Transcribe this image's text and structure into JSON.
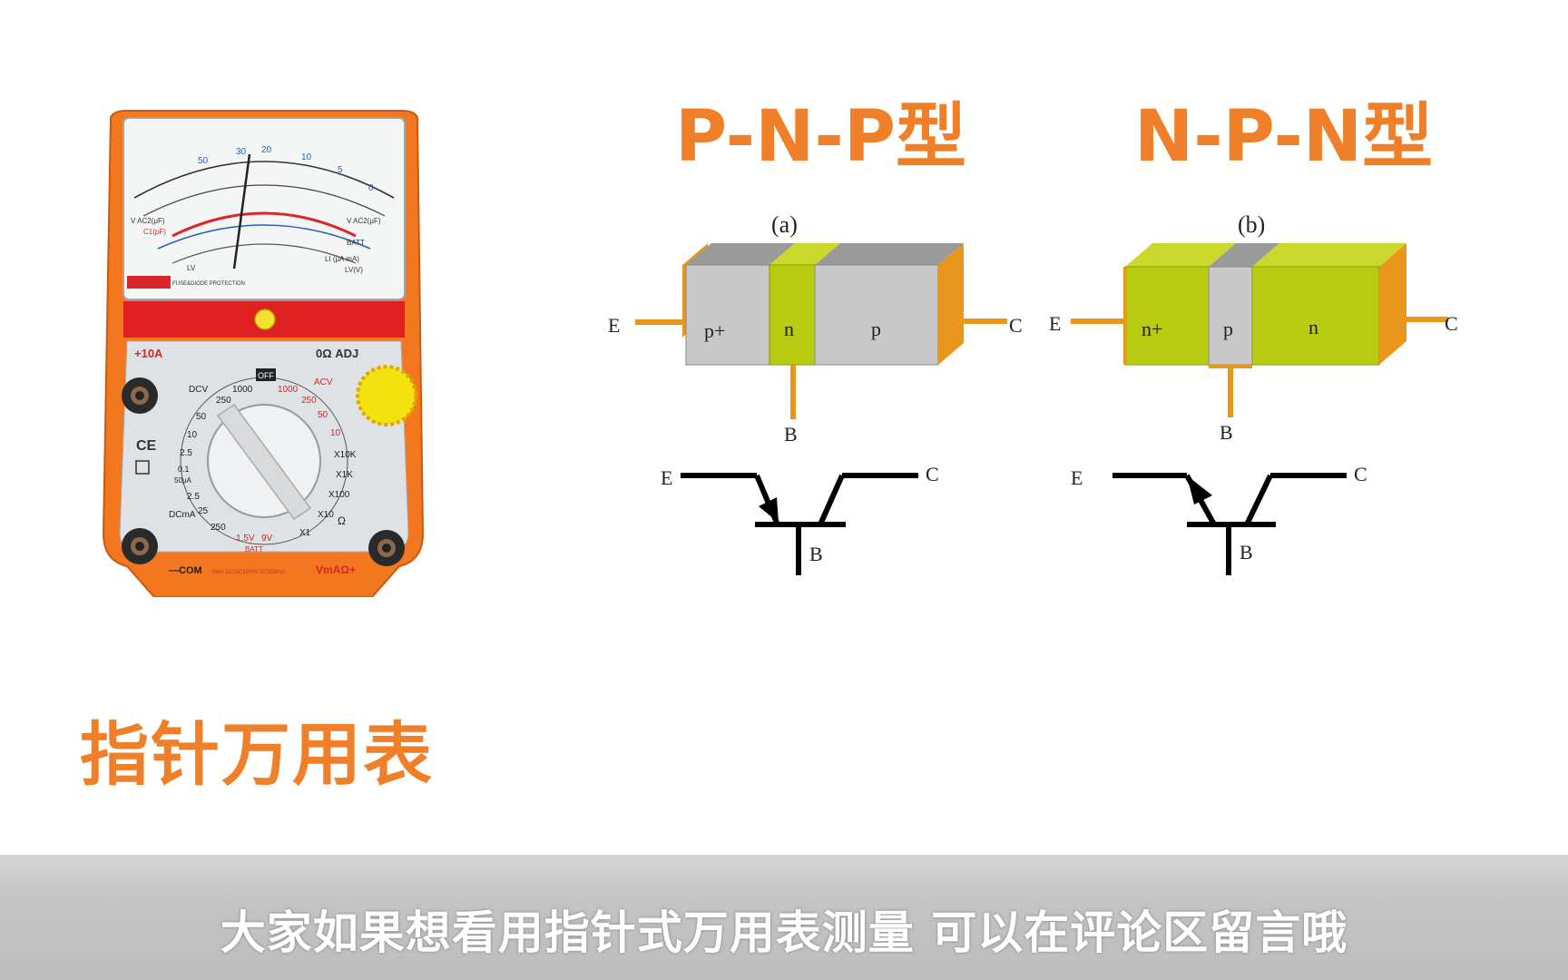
{
  "titles": {
    "pnp": "P-N-P型",
    "npn": "N-P-N型",
    "meter": "指针万用表"
  },
  "caption": "大家如果想看用指针式万用表测量  可以在评论区留言哦",
  "pnp_diagram": {
    "label": "(a)",
    "regions": [
      "p+",
      "n",
      "p"
    ],
    "terminals": {
      "e": "E",
      "b": "B",
      "c": "C"
    },
    "symbol": {
      "e": "E",
      "b": "B",
      "c": "C"
    }
  },
  "npn_diagram": {
    "label": "(b)",
    "regions": [
      "n+",
      "p",
      "n"
    ],
    "terminals": {
      "e": "E",
      "b": "B",
      "c": "C"
    },
    "symbol": {
      "e": "E",
      "b": "B",
      "c": "C"
    }
  },
  "meter": {
    "current_port": "+10A",
    "zero_adj": "0Ω ADJ",
    "off": "OFF",
    "dcv": "DCV",
    "acv": "ACV",
    "dcma": "DCmA",
    "com": "—COM",
    "vma": "VmAΩ+",
    "batt": "BATT",
    "ce": "CE",
    "ranges": {
      "r1000a": "1000",
      "r250a": "250",
      "r50": "50",
      "r10": "10",
      "r2_5": "2.5",
      "r0_1": "0.1",
      "r50ua": "50μA",
      "r2_5b": "2.5",
      "r25": "25",
      "r250b": "250",
      "r1000b": "1000",
      "r250c": "250",
      "r50b": "50",
      "r10b": "10",
      "x10k": "X10K",
      "x1k": "X1K",
      "x100": "X100",
      "x10": "X10",
      "x1": "X1",
      "v15": "1.5V",
      "v9": "9V",
      "ohm": "Ω"
    },
    "scale": {
      "s1": "50",
      "s2": "30",
      "s3": "20",
      "s4": "10",
      "s5": "5",
      "s6": "0",
      "vac": "V AC2(μF)",
      "cf": "C1(pF)",
      "lv": "LV",
      "li": "LI (μA mA)",
      "lvv": "LV(V)",
      "batt2": "BATT"
    },
    "fuse_note": "FUSE&DIODE PROTECTION",
    "warning": "MAX DC/AC1000V DC500mA"
  },
  "colors": {
    "accent": "#f07f2a",
    "p_region": "#c8c8c8",
    "n_region": "#b8cc12",
    "contact": "#e8961c",
    "meter_body": "#f2771f"
  }
}
